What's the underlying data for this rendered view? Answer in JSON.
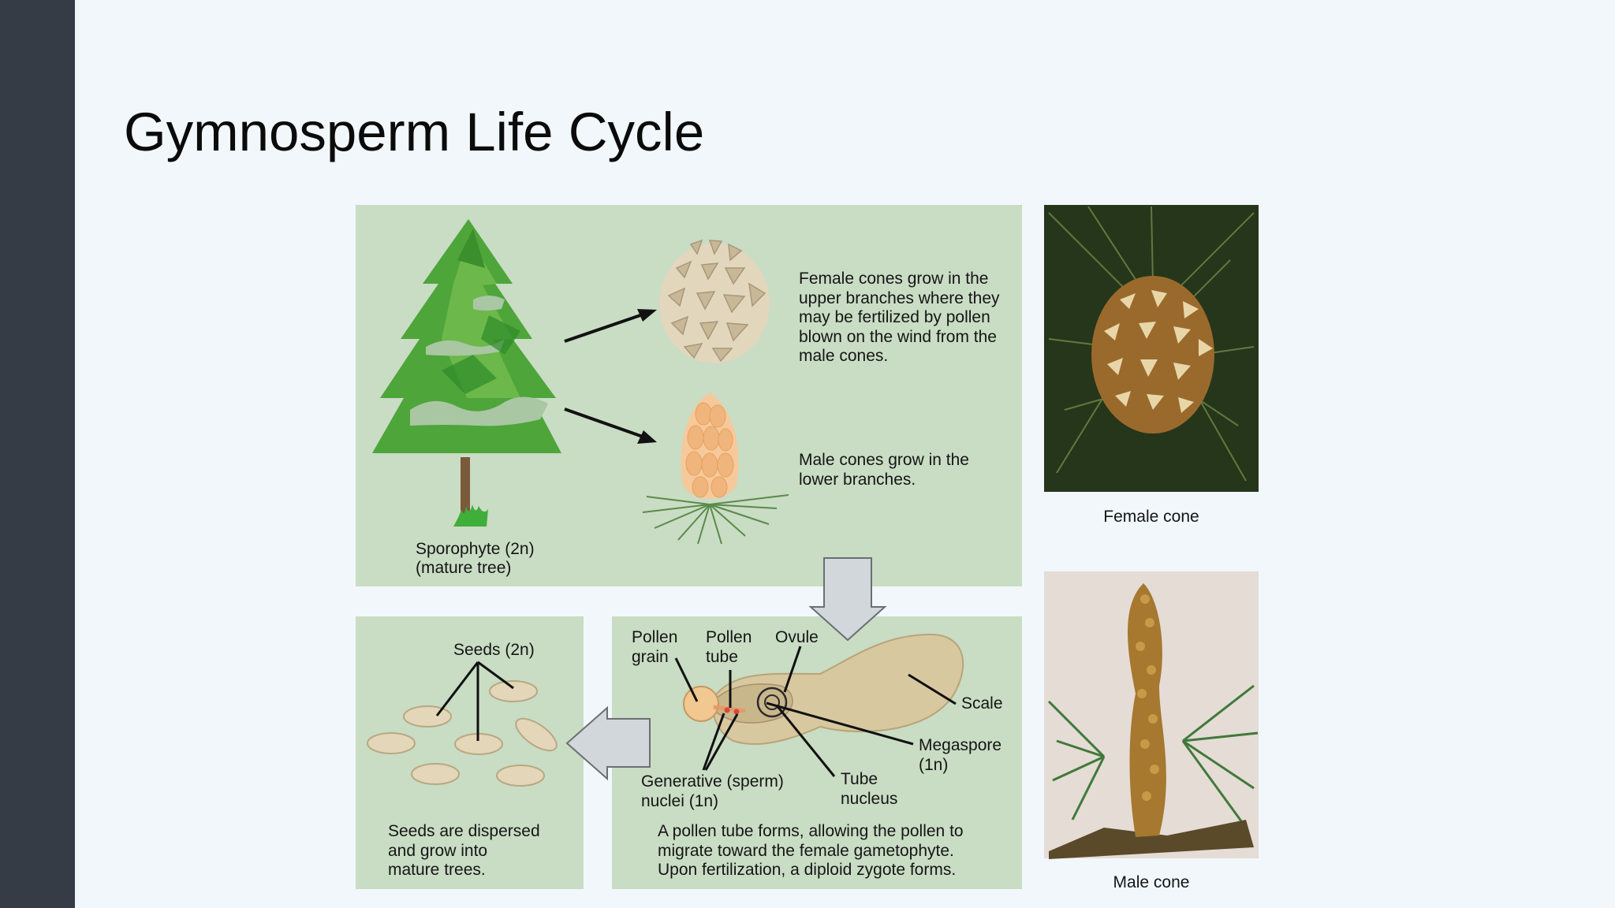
{
  "slide": {
    "title": "Gymnosperm Life Cycle"
  },
  "diagram": {
    "sporophyte_label": "Sporophyte (2n)",
    "sporophyte_sub": "(mature tree)",
    "female_text": "Female cones grow in the\nupper branches where they\nmay be fertilized by pollen\nblown on the wind from the\nmale cones.",
    "male_text": "Male cones grow in the\nlower branches.",
    "seeds_label": "Seeds (2n)",
    "seeds_text": "Seeds are dispersed\nand grow into\nmature trees.",
    "pollen_grain_label": "Pollen\ngrain",
    "pollen_tube_label": "Pollen\ntube",
    "ovule_label": "Ovule",
    "scale_label": "Scale",
    "megaspore_label": "Megaspore\n(1n)",
    "tube_nucleus_label": "Tube\nnucleus",
    "generative_label": "Generative (sperm)\nnuclei (1n)",
    "pollination_text": "A pollen tube forms, allowing the pollen to\nmigrate toward the female gametophyte.\nUpon fertilization, a diploid zygote forms."
  },
  "photos": {
    "female_caption": "Female cone",
    "male_caption": "Male cone"
  },
  "colors": {
    "sidebar": "#353c45",
    "background": "#f1f7fa",
    "panel": "#c9dcc4",
    "arrow_fill": "#d2d7dc",
    "seed": "#e4d6b8",
    "scale": "#d8c8a0"
  }
}
